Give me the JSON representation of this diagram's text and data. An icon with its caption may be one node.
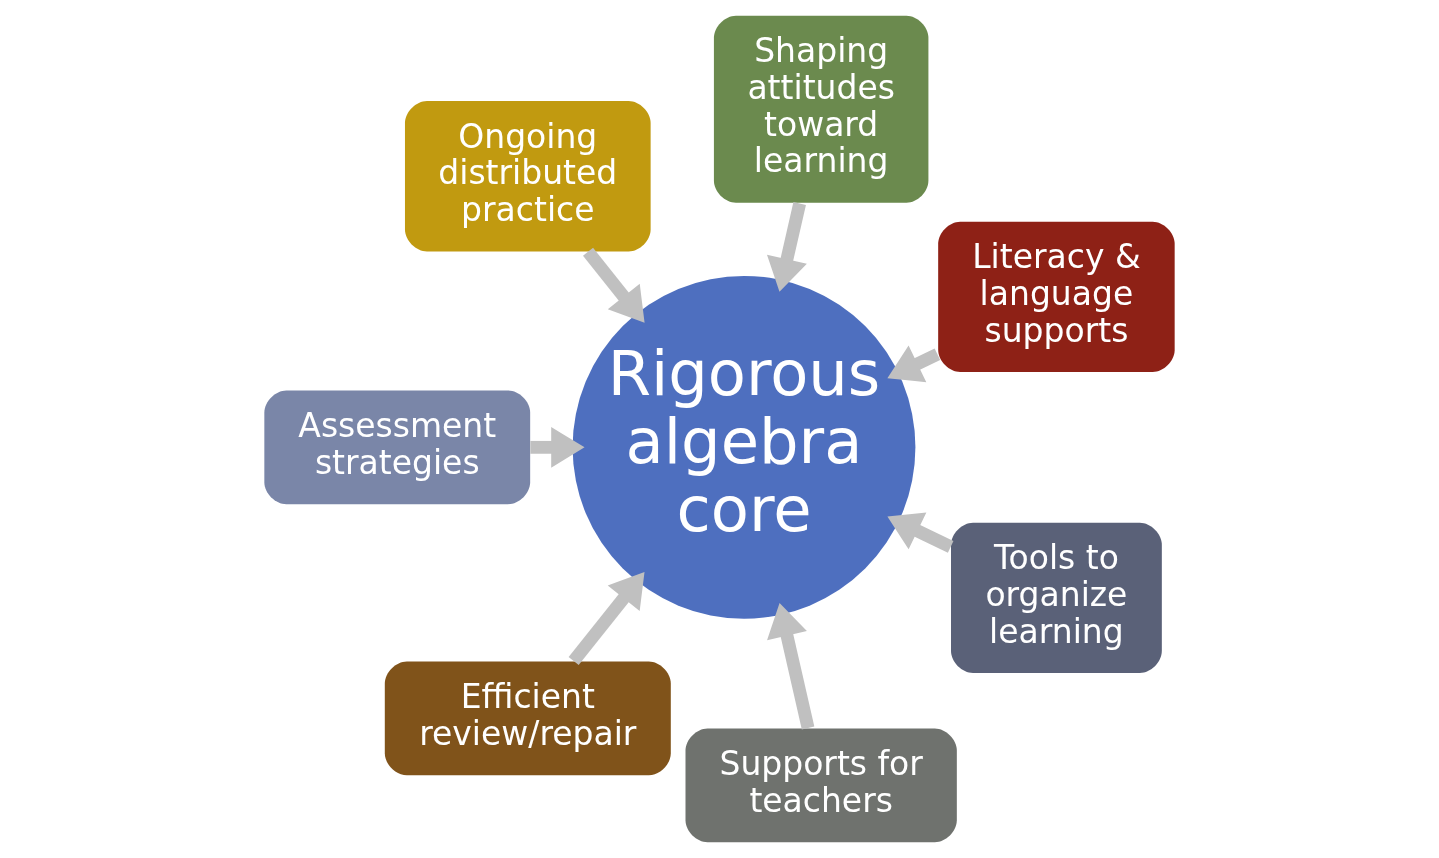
{
  "diagram": {
    "nodes": [
      {
        "text": [
          "Literacy & language supports"
        ]
      },
      {
        "text": [
          "Shaping attitudes toward learning"
        ]
      },
      {
        "text": [
          "Ongoing distributed practice"
        ]
      },
      {
        "text": [
          "Assessment strategies"
        ]
      },
      {
        "text": [
          "Efficient review/repair"
        ]
      },
      {
        "text": [
          "Rigorous algebra core"
        ]
      },
      {
        "text": [
          "Supports for teachers"
        ]
      },
      {
        "text": [
          "Tools to organize learning"
        ]
      }
    ],
    "edges": [
      {
        "from": 0,
        "to": 5,
        "arrow": "to"
      },
      {
        "from": 1,
        "to": 5,
        "arrow": "to"
      },
      {
        "from": 2,
        "to": 5,
        "arrow": "to"
      },
      {
        "from": 3,
        "to": 5,
        "arrow": "to"
      },
      {
        "from": 4,
        "to": 5,
        "arrow": "to"
      },
      {
        "from": 6,
        "to": 5,
        "arrow": "to"
      },
      {
        "from": 7,
        "to": 5,
        "arrow": "to"
      }
    ]
  }
}
